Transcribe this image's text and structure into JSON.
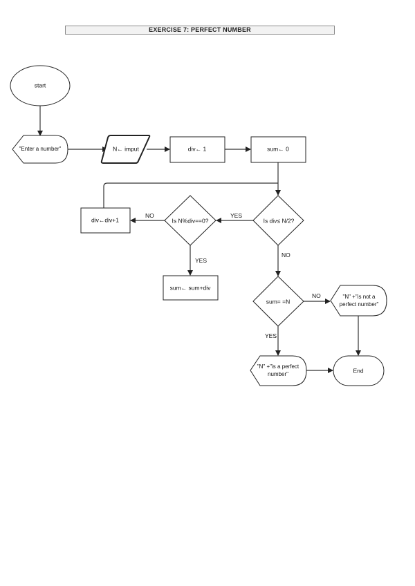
{
  "document": {
    "title": "EXERCISE 7: PERFECT NUMBER"
  },
  "flowchart": {
    "nodes": {
      "start": {
        "type": "terminator",
        "label": "start"
      },
      "prompt": {
        "type": "display",
        "label": "\"Enter a number\""
      },
      "input": {
        "type": "input-output",
        "label": "N← imput"
      },
      "init_div": {
        "type": "process",
        "label": "div← 1"
      },
      "init_sum": {
        "type": "process",
        "label": "sum← 0"
      },
      "cond_loop": {
        "type": "decision",
        "label": "Is div≤ N/2?"
      },
      "cond_mod": {
        "type": "decision",
        "label": "Is N%div==0?"
      },
      "inc_div": {
        "type": "process",
        "label": "div←div+1"
      },
      "add_sum": {
        "type": "process",
        "label": "sum← sum+div"
      },
      "cond_eq": {
        "type": "decision",
        "label": "sum= =N"
      },
      "out_not": {
        "type": "display",
        "label_line1": "\"N\" +\"is not a",
        "label_line2": "perfect number\""
      },
      "out_yes": {
        "type": "display",
        "label_line1": "\"N\" +\"is a perfect",
        "label_line2": "number\""
      },
      "end": {
        "type": "terminator",
        "label": "End"
      }
    },
    "edge_labels": {
      "loop_yes": "YES",
      "loop_no": "NO",
      "mod_no": "NO",
      "mod_yes": "YES",
      "eq_no": "NO",
      "eq_yes": "YES"
    }
  }
}
